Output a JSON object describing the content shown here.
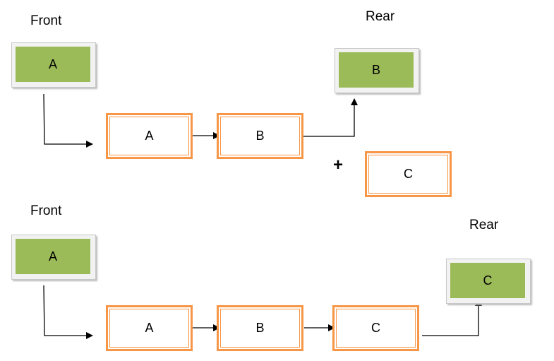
{
  "top": {
    "front_label": "Front",
    "rear_label": "Rear",
    "front_pointer": "A",
    "rear_pointer": "B",
    "nodes": [
      "A",
      "B"
    ],
    "plus": "+",
    "new_node": "C"
  },
  "bottom": {
    "front_label": "Front",
    "rear_label": "Rear",
    "front_pointer": "A",
    "rear_pointer": "C",
    "nodes": [
      "A",
      "B",
      "C"
    ]
  },
  "colors": {
    "pointer_fill": "#9bbb59",
    "node_border": "#f79646"
  }
}
